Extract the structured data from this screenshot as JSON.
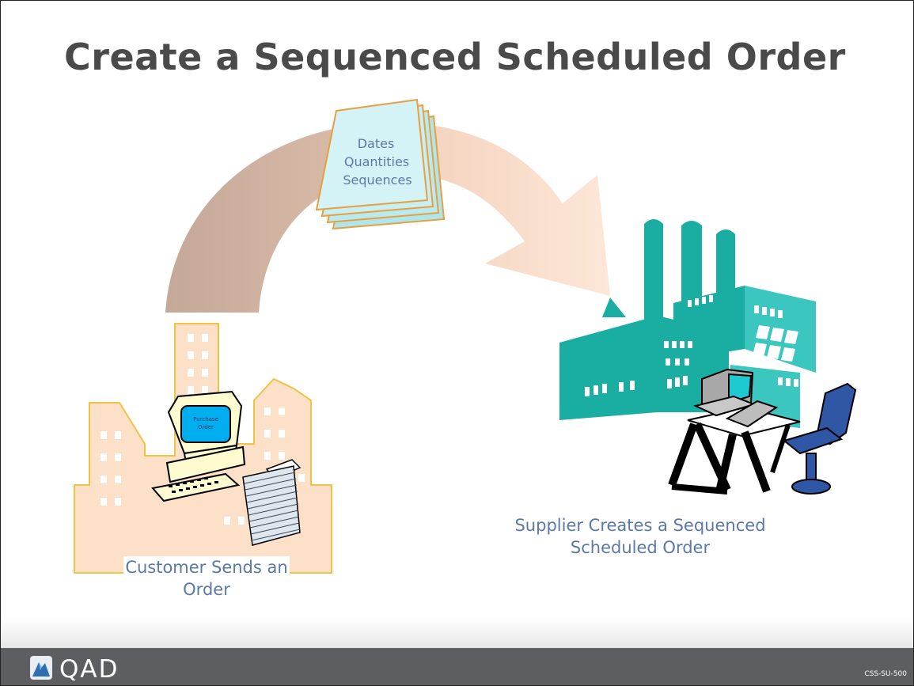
{
  "slide": {
    "title": "Create a Sequenced Scheduled Order",
    "document_lines": [
      "Dates",
      "Quantities",
      "Sequences"
    ],
    "monitor_label_lines": [
      "Purchase",
      "Order"
    ],
    "customer_caption": "Customer Sends an Order",
    "supplier_caption": "Supplier Creates a Sequenced Scheduled Order"
  },
  "footer": {
    "logo_text": "QAD",
    "code": "CSS-SU-500"
  },
  "colors": {
    "title": "#4a4a4a",
    "caption": "#5b79a8",
    "arrow_dark": "#c4a898",
    "arrow_light": "#f8dcc8",
    "building": "#fde0c8",
    "factory": "#1aada2",
    "footer": "#5c5e61"
  }
}
